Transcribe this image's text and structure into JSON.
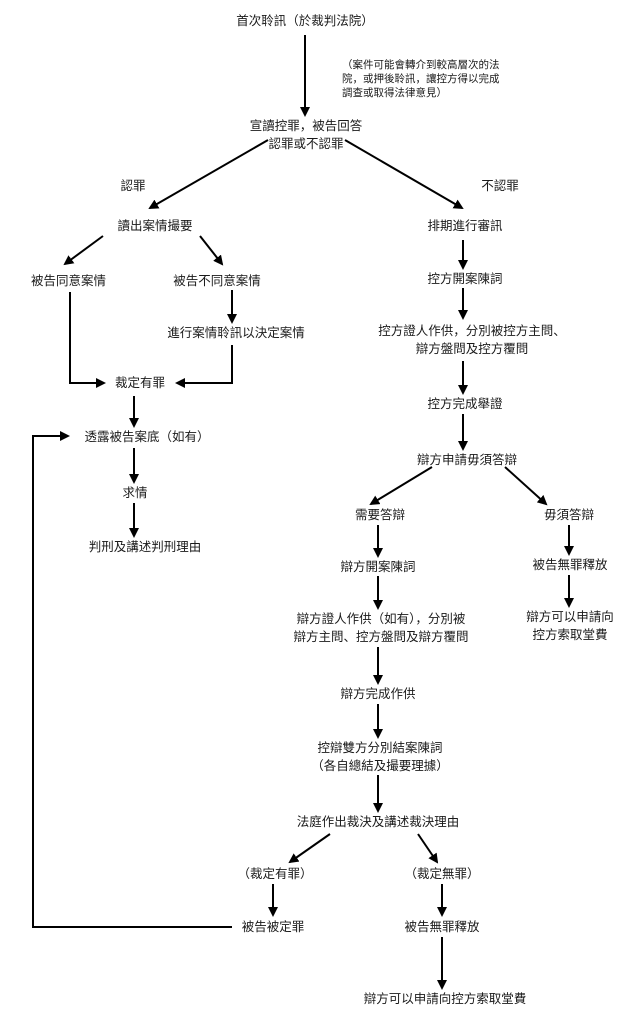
{
  "top": {
    "first_hearing": "首次聆訊（於裁判法院）",
    "note": "（案件可能會轉介到較高層次的法\n院，或押後聆訊，讓控方得以完成\n調查或取得法律意見）",
    "plea": "宣讀控罪，被告回答\n認罪或不認罪"
  },
  "guilty_branch": {
    "label": "認罪",
    "read_facts": "讀出案情撮要",
    "agree": "被告同意案情",
    "disagree": "被告不同意案情",
    "hearing_facts": "進行案情聆訊以決定案情",
    "convicted": "裁定有罪",
    "record": "透露被告案底（如有）",
    "mitigation": "求情",
    "sentence": "判刑及講述判刑理由"
  },
  "not_guilty_branch": {
    "label": "不認罪",
    "schedule": "排期進行審訊",
    "pros_opening": "控方開案陳詞",
    "pros_witness": "控方證人作供，分別被控方主問、\n辯方盤問及控方覆問",
    "pros_close": "控方完成舉證",
    "no_case": "辯方申請毋須答辯",
    "case_to_answer": "需要答辯",
    "no_case_to_answer": "毋須答辯",
    "acquitted_1": "被告無罪釋放",
    "costs_1": "辯方可以申請向\n控方索取堂費",
    "def_opening": "辯方開案陳詞",
    "def_witness": "辯方證人作供（如有），分別被\n辯方主問、控方盤問及辯方覆問",
    "def_close": "辯方完成作供",
    "closing": "控辯雙方分別結案陳詞\n（各自總結及撮要理據）",
    "verdict": "法庭作出裁決及講述裁決理由",
    "guilty": "（裁定有罪）",
    "not_guilty": "（裁定無罪）",
    "convicted": "被告被定罪",
    "acquitted_2": "被告無罪釋放",
    "costs_2": "辯方可以申請向控方索取堂費"
  }
}
